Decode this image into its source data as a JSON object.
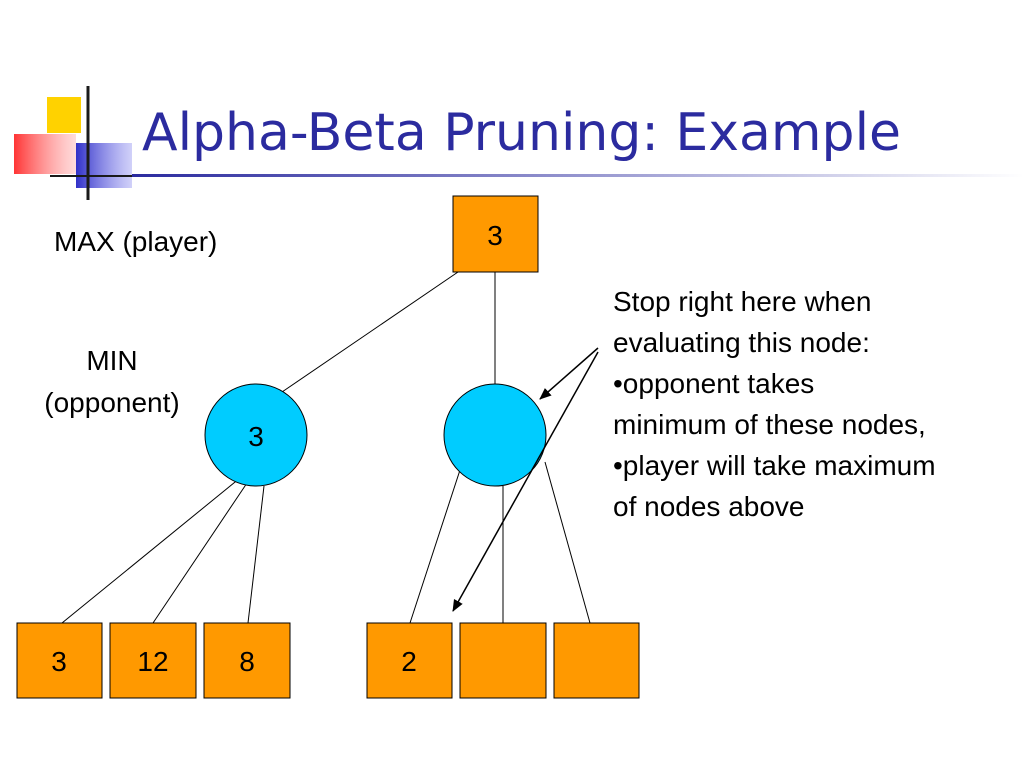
{
  "slide": {
    "title": "Alpha-Beta Pruning: Example",
    "colors": {
      "title": "#2b2b9f",
      "square_node": "#ff9900",
      "circle_node": "#00ccff",
      "title_rule": "#2b2b9f",
      "deco_yellow": "#ffd200",
      "deco_blue": "#3b3bd6",
      "deco_red": "#ff3030"
    }
  },
  "labels": {
    "max_player": "MAX (player)",
    "min_line1": "MIN",
    "min_line2": "(opponent)"
  },
  "tree": {
    "root": {
      "shape": "square",
      "value": "3"
    },
    "min_nodes": [
      {
        "shape": "circle",
        "value": "3"
      },
      {
        "shape": "circle",
        "value": ""
      }
    ],
    "leaves": [
      {
        "shape": "square",
        "value": "3",
        "parent": 0
      },
      {
        "shape": "square",
        "value": "12",
        "parent": 0
      },
      {
        "shape": "square",
        "value": "8",
        "parent": 0
      },
      {
        "shape": "square",
        "value": "2",
        "parent": 1
      },
      {
        "shape": "square",
        "value": "",
        "parent": 1
      },
      {
        "shape": "square",
        "value": "",
        "parent": 1
      }
    ]
  },
  "annotation": {
    "lines": [
      "Stop right here when",
      "evaluating this node:",
      "•opponent takes",
      "minimum of these nodes,",
      "•player will take maximum",
      "of nodes above"
    ]
  }
}
